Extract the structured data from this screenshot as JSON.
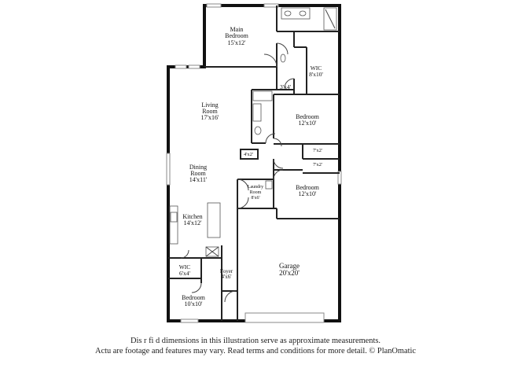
{
  "rooms": {
    "main_bedroom": {
      "name": "Main\nBedroom",
      "dims": "15'x12'"
    },
    "wic_main": {
      "name": "WIC",
      "dims": "8'x10'"
    },
    "closet_3x4": {
      "name": "",
      "dims": "3'x4'"
    },
    "living_room": {
      "name": "Living\nRoom",
      "dims": "17'x16'"
    },
    "bedroom_2": {
      "name": "Bedroom",
      "dims": "12'x10'"
    },
    "closet_4x2": {
      "name": "",
      "dims": "4'x2'"
    },
    "closet_7x2_a": {
      "name": "",
      "dims": "7'x2'"
    },
    "closet_7x2_b": {
      "name": "",
      "dims": "7'x2'"
    },
    "dining_room": {
      "name": "Dining\nRoom",
      "dims": "14'x11'"
    },
    "laundry_room": {
      "name": "Laundry\nRoom",
      "dims": "8'x6'"
    },
    "bedroom_3": {
      "name": "Bedroom",
      "dims": "12'x10'"
    },
    "kitchen": {
      "name": "Kitchen",
      "dims": "14'x12'"
    },
    "garage": {
      "name": "Garage",
      "dims": "20'x20'"
    },
    "wic_small": {
      "name": "WIC",
      "dims": "6'x4'"
    },
    "foyer": {
      "name": "Foyer",
      "dims": "4'x6'"
    },
    "bedroom_4": {
      "name": "Bedroom",
      "dims": "10'x10'"
    }
  },
  "disclaimer": {
    "line1": "Dis       r fi      d dimensions in this illustration serve as approximate measurements.",
    "line2": "Actu     are footage and features may vary. Read terms and conditions for more detail. © PlanOmatic"
  }
}
